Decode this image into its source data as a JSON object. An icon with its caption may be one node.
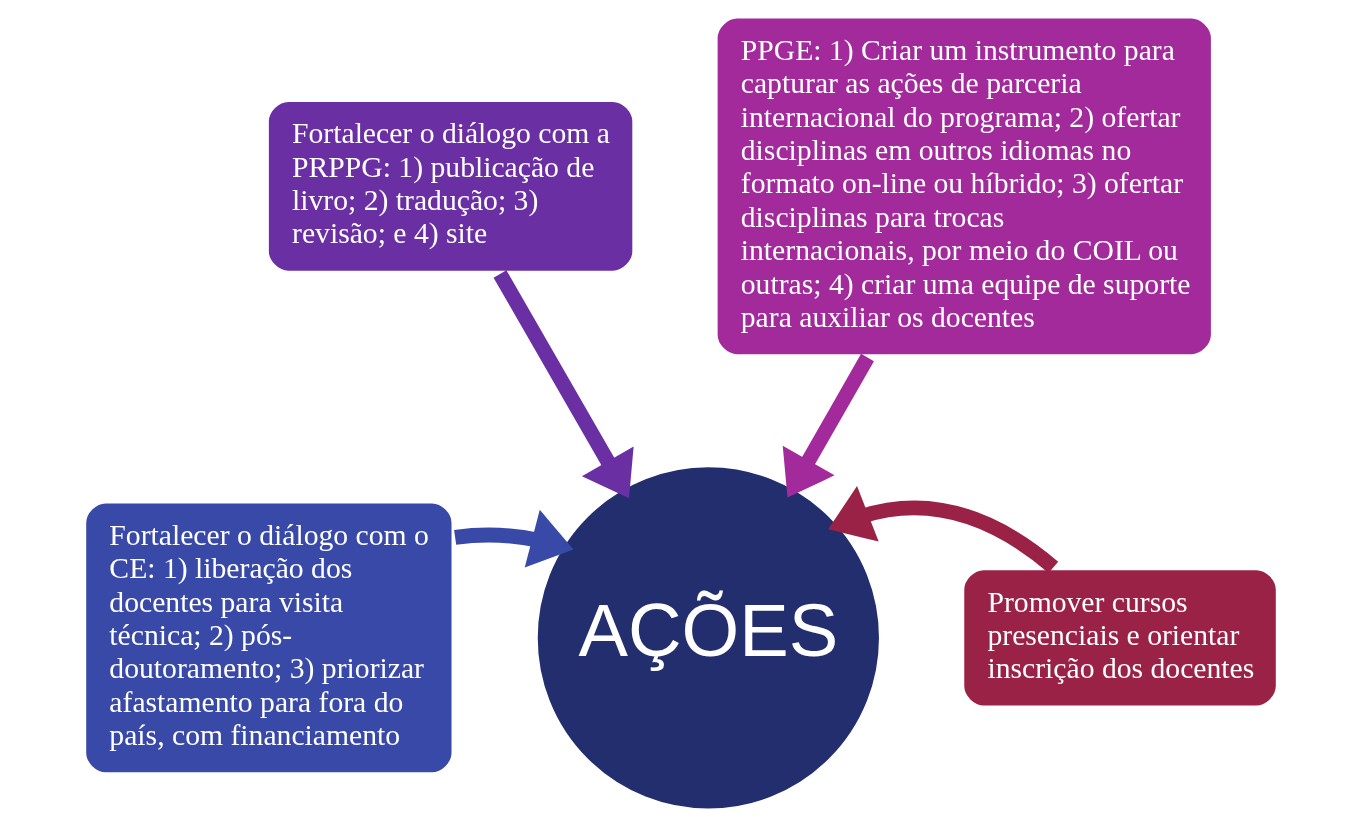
{
  "diagram": {
    "nodes": [
      {
        "text": [
          "Fortalecer o diálogo com a PRPPG: 1) publicação de livro; 2) tradução; 3) revisão; e 4) site"
        ]
      },
      {
        "text": [
          "PPGE: 1) Criar um instrumento para capturar as ações de parceria internacional do programa; 2) ofertar disciplinas em outros idiomas no formato on-line ou híbrido; 3) ofertar disciplinas para trocas internacionais, por meio do COIL ou outras; 4) criar uma equipe de suporte para auxiliar os docentes"
        ]
      },
      {
        "text": [
          "Fortalecer o diálogo com o CE: 1) liberação dos docentes para visita técnica; 2) pós-doutoramento; 3) priorizar afastamento para fora do país, com financiamento"
        ]
      },
      {
        "text": [
          "Promover cursos presenciais e orientar inscrição dos docentes"
        ]
      },
      {
        "text": [
          "AÇÕES"
        ]
      }
    ],
    "edges": [
      {
        "from": 0,
        "to": 4,
        "arrow": "to",
        "color": "#6a2fa3"
      },
      {
        "from": 1,
        "to": 4,
        "arrow": "to",
        "color": "#a22a9a"
      },
      {
        "from": 2,
        "to": 4,
        "arrow": "to",
        "color": "#3949a8"
      },
      {
        "from": 3,
        "to": 4,
        "arrow": "to",
        "color": "#9b2247"
      }
    ]
  }
}
